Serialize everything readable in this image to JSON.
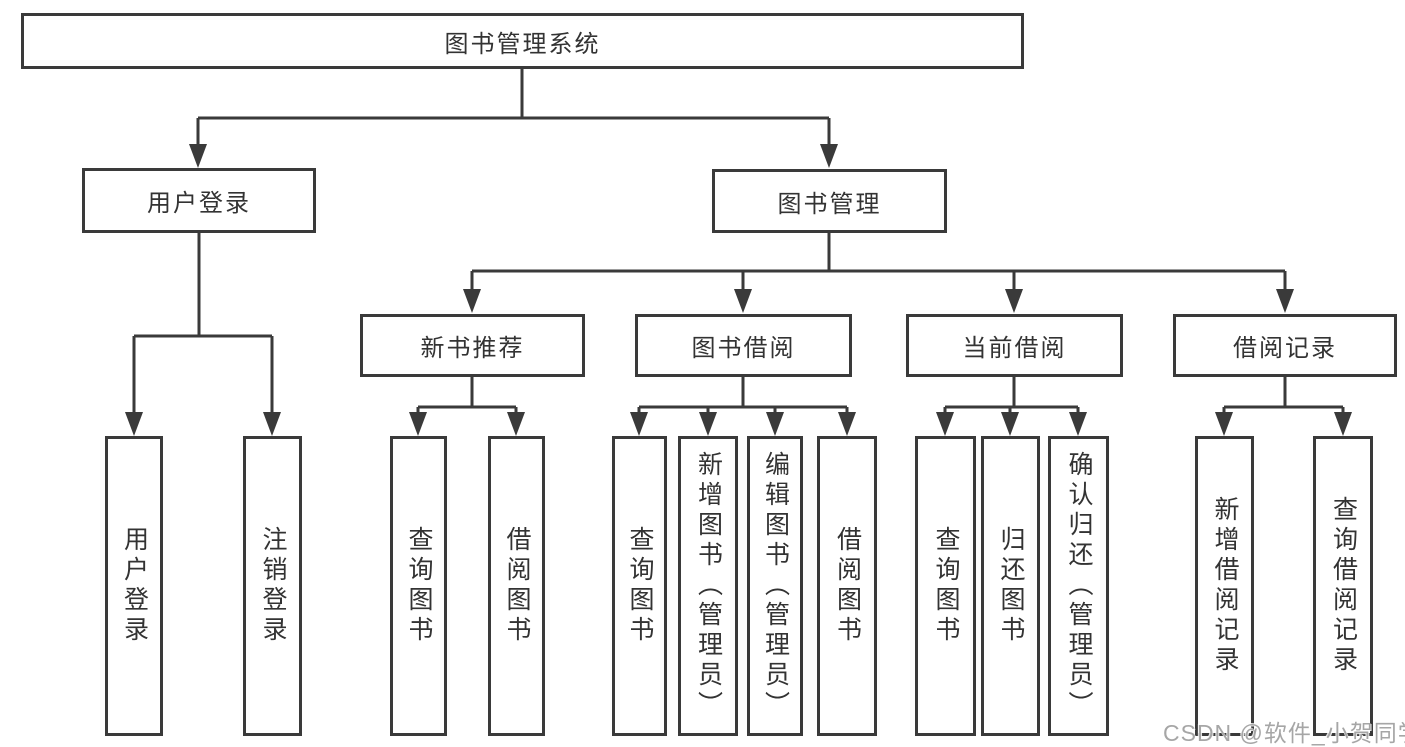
{
  "diagram": {
    "root": {
      "label": "图书管理系统",
      "children": [
        {
          "label": "用户登录",
          "children": [
            {
              "label": "用户登录"
            },
            {
              "label": "注销登录"
            }
          ]
        },
        {
          "label": "图书管理",
          "children": [
            {
              "label": "新书推荐",
              "children": [
                {
                  "label": "查询图书"
                },
                {
                  "label": "借阅图书"
                }
              ]
            },
            {
              "label": "图书借阅",
              "children": [
                {
                  "label": "查询图书"
                },
                {
                  "label": "新增图书（管理员）"
                },
                {
                  "label": "编辑图书（管理员）"
                },
                {
                  "label": "借阅图书"
                }
              ]
            },
            {
              "label": "当前借阅",
              "children": [
                {
                  "label": "查询图书"
                },
                {
                  "label": "归还图书"
                },
                {
                  "label": "确认归还（管理员）"
                }
              ]
            },
            {
              "label": "借阅记录",
              "children": [
                {
                  "label": "新增借阅记录"
                },
                {
                  "label": "查询借阅记录"
                }
              ]
            }
          ]
        }
      ]
    }
  },
  "watermark": "CSDN @软件_小贺同学",
  "colors": {
    "line": "#3a3a3a",
    "box_border": "#3a3a3a",
    "text": "#333333",
    "background": "#ffffff",
    "watermark": "#a6a6a6"
  }
}
